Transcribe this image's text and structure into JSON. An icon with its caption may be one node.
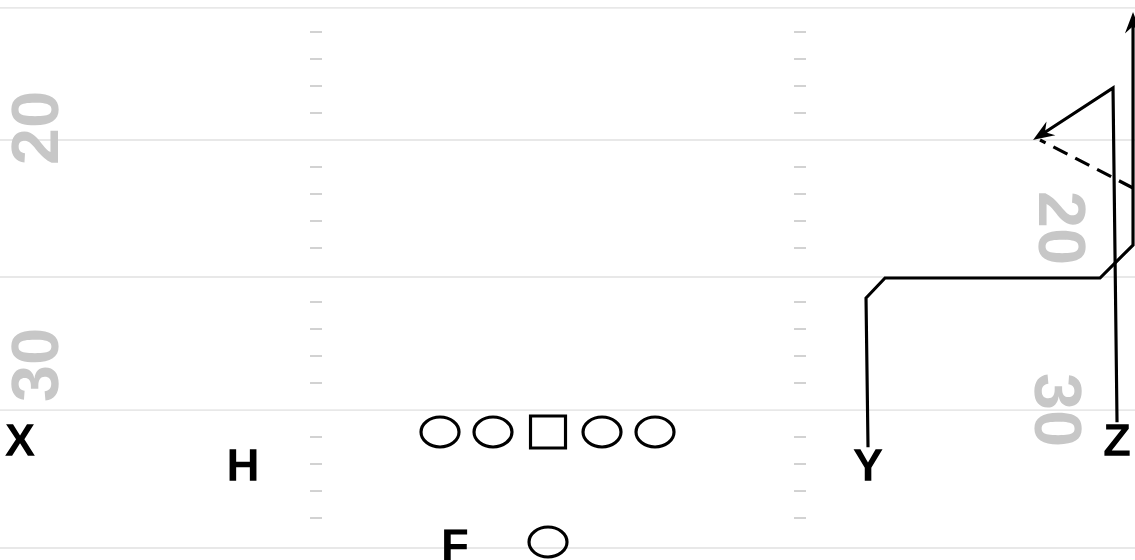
{
  "diagram": {
    "nodes": [
      {
        "text": [
          "X"
        ]
      },
      {
        "text": [],
        "shape": "circle"
      },
      {
        "text": [],
        "shape": "circle"
      },
      {
        "text": [],
        "shape": "box"
      },
      {
        "text": [],
        "shape": "circle"
      },
      {
        "text": [],
        "shape": "circle"
      },
      {
        "text": [
          "Z"
        ]
      },
      {
        "text": [
          "H"
        ]
      },
      {
        "text": [
          "Y"
        ]
      },
      {
        "text": [
          "F"
        ]
      },
      {
        "text": [],
        "shape": "circle"
      }
    ],
    "edges": [
      {
        "from": 8,
        "to": null,
        "arrow": "to"
      },
      {
        "from": 6,
        "to": null,
        "arrow": "to"
      }
    ],
    "labels": [
      "20",
      "20",
      "30",
      "30"
    ]
  }
}
